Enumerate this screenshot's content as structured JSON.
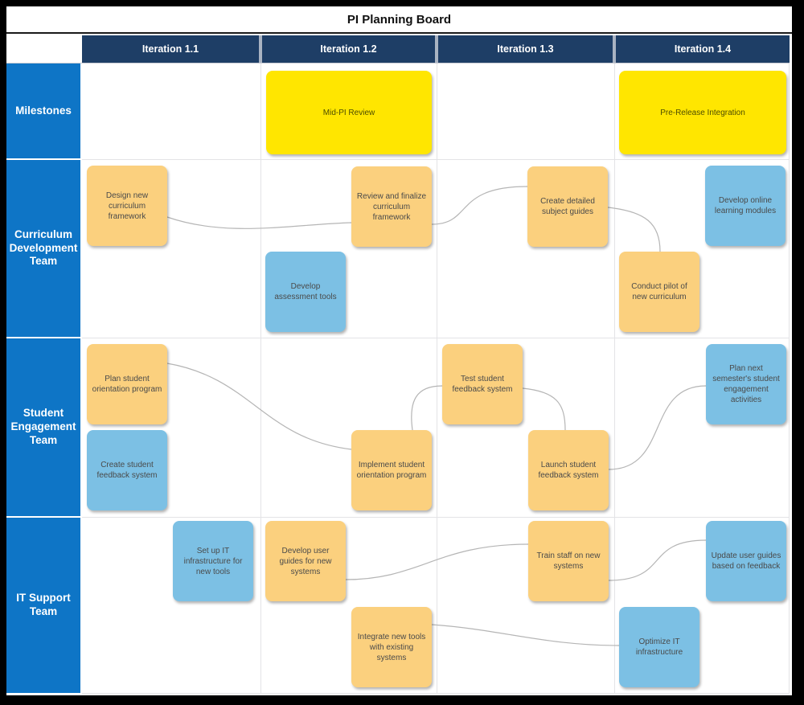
{
  "title": "PI Planning Board",
  "columns": [
    "Iteration 1.1",
    "Iteration 1.2",
    "Iteration 1.3",
    "Iteration 1.4"
  ],
  "rows": [
    {
      "label": "Milestones"
    },
    {
      "label": "Curriculum Development Team"
    },
    {
      "label": "Student Engagement Team"
    },
    {
      "label": "IT Support Team"
    }
  ],
  "cards": {
    "mid_pi_review": {
      "label": "Mid-PI Review",
      "type": "milestone",
      "row": "Milestones",
      "column": "Iteration 1.2",
      "color": "#FFE600"
    },
    "pre_release_integration": {
      "label": "Pre-Release Integration",
      "type": "milestone",
      "row": "Milestones",
      "column": "Iteration 1.4",
      "color": "#FFE600"
    },
    "design_framework": {
      "label": "Design new curriculum framework",
      "type": "task",
      "row": "Curriculum Development Team",
      "column": "Iteration 1.1",
      "color": "#FBD07E"
    },
    "review_finalize_framework": {
      "label": "Review and finalize curriculum framework",
      "type": "task",
      "row": "Curriculum Development Team",
      "column": "Iteration 1.2",
      "color": "#FBD07E"
    },
    "develop_assessment_tools": {
      "label": "Develop assessment tools",
      "type": "task",
      "row": "Curriculum Development Team",
      "column": "Iteration 1.2",
      "color": "#7CC0E4"
    },
    "create_subject_guides": {
      "label": "Create detailed subject guides",
      "type": "task",
      "row": "Curriculum Development Team",
      "column": "Iteration 1.3",
      "color": "#FBD07E"
    },
    "conduct_pilot": {
      "label": "Conduct pilot of new curriculum",
      "type": "task",
      "row": "Curriculum Development Team",
      "column": "Iteration 1.4",
      "color": "#FBD07E"
    },
    "develop_online_modules": {
      "label": "Develop online learning modules",
      "type": "task",
      "row": "Curriculum Development Team",
      "column": "Iteration 1.4",
      "color": "#7CC0E4"
    },
    "plan_orientation": {
      "label": "Plan student orientation program",
      "type": "task",
      "row": "Student Engagement Team",
      "column": "Iteration 1.1",
      "color": "#FBD07E"
    },
    "create_feedback_system": {
      "label": "Create student feedback system",
      "type": "task",
      "row": "Student Engagement Team",
      "column": "Iteration 1.1",
      "color": "#7CC0E4"
    },
    "implement_orientation": {
      "label": "Implement student orientation program",
      "type": "task",
      "row": "Student Engagement Team",
      "column": "Iteration 1.2",
      "color": "#FBD07E"
    },
    "test_feedback_system": {
      "label": "Test student feedback system",
      "type": "task",
      "row": "Student Engagement Team",
      "column": "Iteration 1.3",
      "color": "#FBD07E"
    },
    "launch_feedback_system": {
      "label": "Launch student feedback system",
      "type": "task",
      "row": "Student Engagement Team",
      "column": "Iteration 1.3",
      "color": "#FBD07E"
    },
    "plan_next_semester": {
      "label": "Plan next semester's student engagement activities",
      "type": "task",
      "row": "Student Engagement Team",
      "column": "Iteration 1.4",
      "color": "#7CC0E4"
    },
    "setup_it_infrastructure": {
      "label": "Set up IT infrastructure for new tools",
      "type": "task",
      "row": "IT Support Team",
      "column": "Iteration 1.1",
      "color": "#7CC0E4"
    },
    "develop_user_guides": {
      "label": "Develop user guides for new systems",
      "type": "task",
      "row": "IT Support Team",
      "column": "Iteration 1.2",
      "color": "#FBD07E"
    },
    "integrate_new_tools": {
      "label": "Integrate new tools with existing systems",
      "type": "task",
      "row": "IT Support Team",
      "column": "Iteration 1.2",
      "color": "#FBD07E"
    },
    "train_staff": {
      "label": "Train staff on new systems",
      "type": "task",
      "row": "IT Support Team",
      "column": "Iteration 1.3",
      "color": "#FBD07E"
    },
    "update_user_guides": {
      "label": "Update user guides based on feedback",
      "type": "task",
      "row": "IT Support Team",
      "column": "Iteration 1.4",
      "color": "#7CC0E4"
    },
    "optimize_it": {
      "label": "Optimize IT infrastructure",
      "type": "task",
      "row": "IT Support Team",
      "column": "Iteration 1.4",
      "color": "#7CC0E4"
    }
  },
  "connectors": [
    {
      "from": "design_framework",
      "to": "review_finalize_framework"
    },
    {
      "from": "review_finalize_framework",
      "to": "create_subject_guides"
    },
    {
      "from": "create_subject_guides",
      "to": "conduct_pilot"
    },
    {
      "from": "plan_orientation",
      "to": "implement_orientation"
    },
    {
      "from": "implement_orientation",
      "to": "test_feedback_system"
    },
    {
      "from": "test_feedback_system",
      "to": "launch_feedback_system"
    },
    {
      "from": "launch_feedback_system",
      "to": "plan_next_semester"
    },
    {
      "from": "develop_user_guides",
      "to": "train_staff"
    },
    {
      "from": "train_staff",
      "to": "update_user_guides"
    },
    {
      "from": "integrate_new_tools",
      "to": "optimize_it"
    }
  ],
  "colors": {
    "header_navy": "#1E3E66",
    "row_header_blue": "#0E75C6",
    "card_orange": "#FBD07E",
    "card_blue": "#7CC0E4",
    "milestone_yellow": "#FFE600",
    "connector_gray": "#B5B5B5",
    "frame_black": "#000000"
  }
}
